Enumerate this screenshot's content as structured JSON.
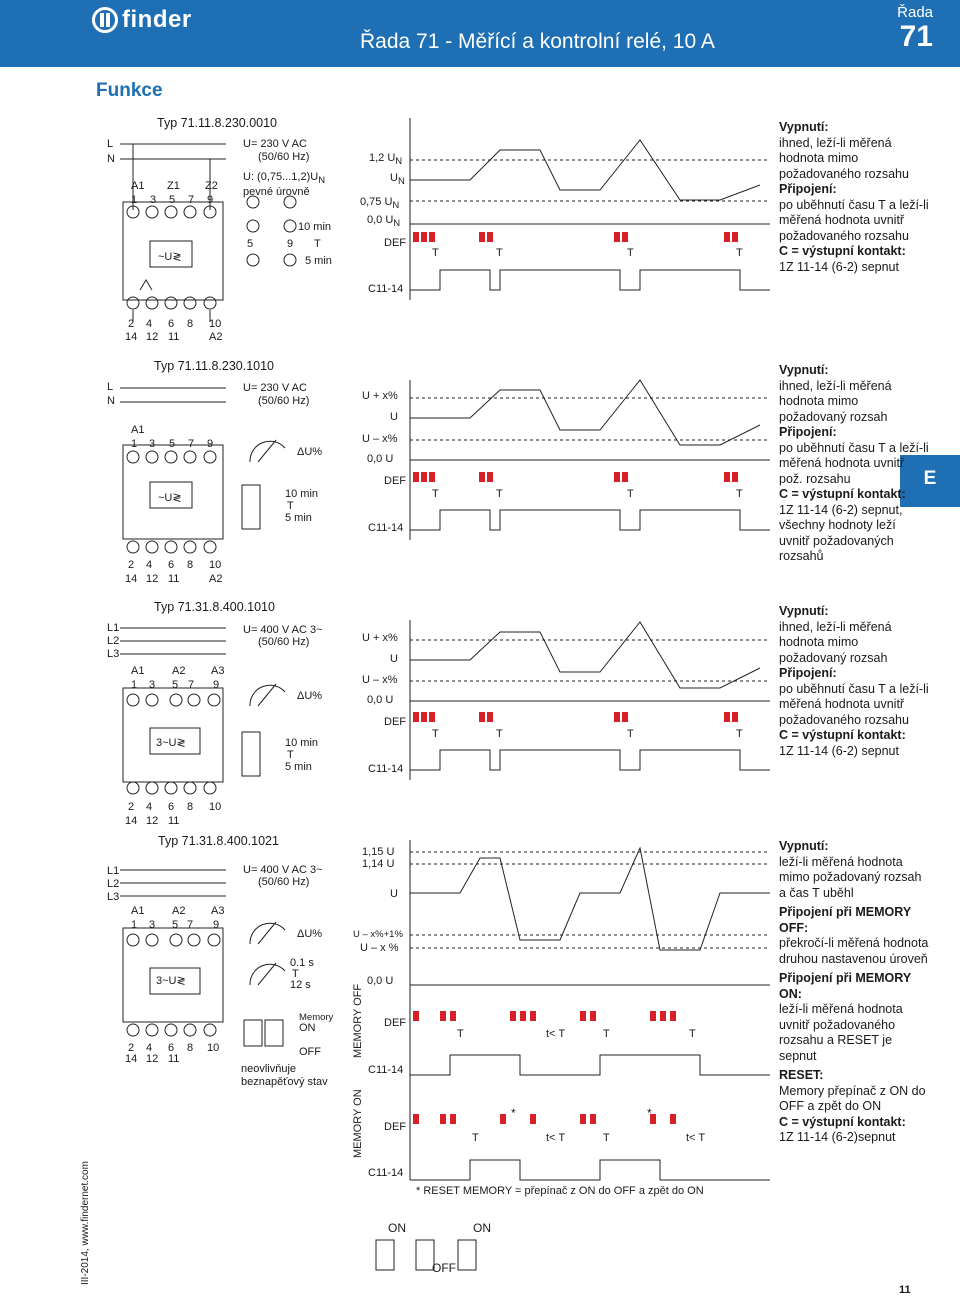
{
  "header": {
    "brand": "finder",
    "title": "Řada 71 - Měřící a kontrolní relé, 10 A",
    "series_label": "Řada",
    "series_number": "71"
  },
  "section_title": "Funkce",
  "side_tab": "E",
  "footer_note": "III-2014, www.findernet.com",
  "page_number": "11",
  "blocks": [
    {
      "typ": "Typ 71.11.8.230.0010",
      "lines": [
        "L",
        "N"
      ],
      "terms_top": [
        "A1",
        "Z1",
        "Z2",
        "1",
        "3",
        "5",
        "7",
        "9"
      ],
      "symbol": "~U≷",
      "terms_bottom": [
        "2",
        "4",
        "6",
        "8",
        "10",
        "14",
        "12",
        "11",
        "A2"
      ],
      "supply": [
        "U= 230 V AC",
        "(50/60 Hz)",
        "U: (0,75...1,2)U",
        "pevné úrovně"
      ],
      "subscript_n": "N",
      "dial_labels": [
        "10 min",
        "5",
        "9",
        "T",
        "5 min"
      ],
      "chart_levels": [
        "1,2 U",
        "U",
        "0,75 U",
        "0,0 U",
        "DEF",
        "C11-14"
      ],
      "t_labels": [
        "T",
        "T",
        "T",
        "T"
      ],
      "desc": {
        "h1": "Vypnutí:",
        "p1": "ihned, leží-li měřená hodnota mimo požadovaného rozsahu",
        "h2": "Připojení:",
        "p2": "po uběhnutí času T a leží-li měřená hodnota uvnitř požadovaného rozsahu",
        "h3": "C = výstupní kontakt:",
        "p3": "1Z 11-14 (6-2) sepnut"
      }
    },
    {
      "typ": "Typ 71.11.8.230.1010",
      "lines": [
        "L",
        "N"
      ],
      "terms_top": [
        "A1",
        "1",
        "3",
        "5",
        "7",
        "9"
      ],
      "symbol": "~U≷",
      "terms_bottom": [
        "2",
        "4",
        "6",
        "8",
        "10",
        "14",
        "12",
        "11",
        "A2"
      ],
      "supply": [
        "U= 230 V AC",
        "(50/60 Hz)"
      ],
      "dial_labels": [
        "ΔU%",
        "10 min",
        "T",
        "5 min"
      ],
      "chart_levels": [
        "U + x%",
        "U",
        "U – x%",
        "0,0 U",
        "DEF",
        "C11-14"
      ],
      "t_labels": [
        "T",
        "T",
        "T",
        "T"
      ],
      "desc": {
        "h1": "Vypnutí:",
        "p1": "ihned, leží-li měřená hodnota mimo požadovaný rozsah",
        "h2": "Připojení:",
        "p2": "po uběhnutí času T a leží-li měřená hodnota uvnitř pož. rozsahu",
        "h3": "C = výstupní kontakt:",
        "p3": "1Z 11-14 (6-2) sepnut, všechny hodnoty leží uvnitř požadovaných rozsahů"
      }
    },
    {
      "typ": "Typ 71.31.8.400.1010",
      "lines": [
        "L1",
        "L2",
        "L3"
      ],
      "terms_top": [
        "A1",
        "A2",
        "A3",
        "1",
        "3",
        "5",
        "7",
        "9"
      ],
      "symbol": "3~U≷",
      "terms_bottom": [
        "2",
        "4",
        "6",
        "8",
        "10",
        "14",
        "12",
        "11"
      ],
      "supply": [
        "U= 400 V AC 3~",
        "(50/60 Hz)"
      ],
      "dial_labels": [
        "ΔU%",
        "10 min",
        "T",
        "5 min"
      ],
      "chart_levels": [
        "U + x%",
        "U",
        "U – x%",
        "0,0 U",
        "DEF",
        "C11-14"
      ],
      "t_labels": [
        "T",
        "T",
        "T",
        "T"
      ],
      "desc": {
        "h1": "Vypnutí:",
        "p1": "ihned, leží-li měřená hodnota mimo požadovaný rozsah",
        "h2": "Připojení:",
        "p2": "po uběhnutí času T a leží-li měřená hodnota uvnitř požadovaného rozsahu",
        "h3": "C = výstupní kontakt:",
        "p3": "1Z 11-14 (6-2) sepnut"
      }
    },
    {
      "typ": "Typ 71.31.8.400.1021",
      "lines": [
        "L1",
        "L2",
        "L3"
      ],
      "terms_top": [
        "A1",
        "A2",
        "A3",
        "1",
        "3",
        "5",
        "7",
        "9"
      ],
      "symbol": "3~U≷",
      "terms_bottom": [
        "2",
        "4",
        "6",
        "8",
        "10",
        "14",
        "12",
        "11"
      ],
      "supply": [
        "U= 400 V AC 3~",
        "(50/60 Hz)"
      ],
      "dial_labels": [
        "ΔU%",
        "0.1 s",
        "T",
        "12 s",
        "Memory",
        "ON",
        "OFF",
        "neovlivňuje",
        "beznapěťový stav"
      ],
      "chart_levels": [
        "1,15 U",
        "1,14 U",
        "U",
        "U – x%+1%",
        "U – x %",
        "0,0 U",
        "DEF",
        "C11-14",
        "DEF",
        "C11-14"
      ],
      "memory_labels": [
        "MEMORY OFF",
        "MEMORY ON"
      ],
      "t_labels_off": [
        "T",
        "t< T",
        "T",
        "T"
      ],
      "t_labels_on": [
        "T",
        "t< T",
        "T",
        "t< T"
      ],
      "asterisk": "*",
      "reset_note": "* RESET MEMORY = přepínač z ON do OFF a zpět do ON",
      "switch_labels": [
        "ON",
        "ON",
        "OFF"
      ],
      "desc": {
        "h1": "Vypnutí:",
        "p1": "leží-li měřená hodnota mimo požadovaný rozsah a čas T uběhl",
        "h2": "Připojení při MEMORY OFF:",
        "p2": "překročí-li měřená hodnota druhou nastavenou úroveň",
        "h3": "Připojení při MEMORY ON:",
        "p3": "leží-li měřená hodnota uvnitř požadovaného rozsahu a RESET je sepnut",
        "h4": "RESET:",
        "p4": "Memory přepínač z ON do OFF a zpět do ON",
        "h5": "C = výstupní kontakt:",
        "p5": "1Z 11-14 (6-2)sepnut"
      }
    }
  ]
}
